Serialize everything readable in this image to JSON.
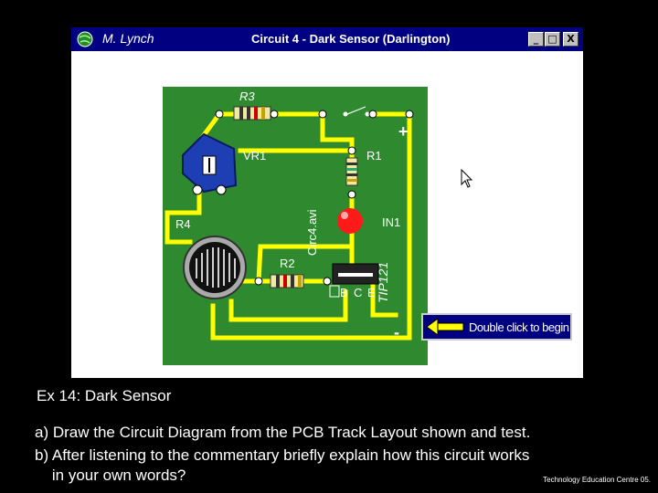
{
  "window": {
    "author": "M. Lynch",
    "title": "Circuit 4 - Dark Sensor (Darlington)",
    "minimize_glyph": "_",
    "maximize_glyph": "□",
    "close_glyph": "X"
  },
  "board": {
    "r3": "R3",
    "vr1": "VR1",
    "r1": "R1",
    "r4": "R4",
    "in1": "IN1",
    "r2": "R2",
    "chip_label": "Circ4.avi",
    "transistor": "TIP121",
    "pin_b": "B",
    "pin_c": "C",
    "pin_e": "E",
    "plus": "+",
    "minus": "-"
  },
  "begin_button": {
    "label": "Double click to begin"
  },
  "caption": "Ex 14: Dark Sensor",
  "instructions": [
    "a) Draw the Circuit Diagram from the PCB Track Layout shown and test.",
    "b) After listening to the commentary briefly explain how this circuit works",
    "    in your own words?"
  ],
  "credit": "Technology Education Centre 05.",
  "colors": {
    "pcb": "#2f8a2f",
    "track": "#ffff00",
    "titlebar": "#000080",
    "led": "#ff1a1a",
    "pot": "#1e3fb4"
  }
}
